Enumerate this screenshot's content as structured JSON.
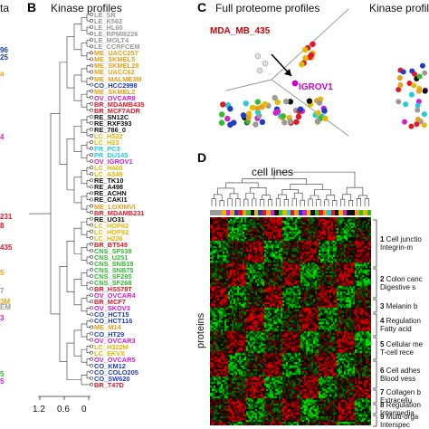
{
  "panels": {
    "a_tail": "ta",
    "b": {
      "letter": "B",
      "title": "Kinase profiles"
    },
    "c": {
      "letter": "C",
      "title": "Full proteome profiles",
      "title2": "Kinase profiles",
      "labels": [
        {
          "text": "MDA_MB_435",
          "color": "#d00000"
        },
        {
          "text": "IGROV1",
          "color": "#cc00cc"
        }
      ]
    },
    "d": {
      "letter": "D",
      "cell_lines_label": "cell lines",
      "proteins_label": "proteins"
    }
  },
  "colors": {
    "LE": "#9a9a9a",
    "ME": "#e6a01a",
    "CO": "#1e3cc8",
    "BR": "#e0182a",
    "OV": "#d020d0",
    "RE": "#111111",
    "LC": "#e6b800",
    "PR": "#22ccdd",
    "CNS": "#33bb33"
  },
  "kinase_lines": [
    {
      "text": "LE_SR",
      "c": "LE"
    },
    {
      "text": "LE_K562",
      "c": "LE"
    },
    {
      "text": "LE_HL60",
      "c": "LE"
    },
    {
      "text": "LE_RPMI8226",
      "c": "LE"
    },
    {
      "text": "LE_MOLT4",
      "c": "LE"
    },
    {
      "text": "LE_CCRFCEM",
      "c": "LE"
    },
    {
      "text": "ME_UACC257",
      "c": "ME"
    },
    {
      "text": "ME_SKMEL5",
      "c": "ME"
    },
    {
      "text": "ME_SKMEL28",
      "c": "ME"
    },
    {
      "text": "ME_UACC62",
      "c": "ME"
    },
    {
      "text": "ME_MALME3M",
      "c": "ME"
    },
    {
      "text": "CO_HCC2998",
      "c": "CO"
    },
    {
      "text": "ME_SKMEL2",
      "c": "ME"
    },
    {
      "text": "OV_OVCAR8",
      "c": "OV"
    },
    {
      "text": "BR_MDAMB435",
      "c": "BR"
    },
    {
      "text": "BR_MCF7ADR",
      "c": "BR"
    },
    {
      "text": "RE_SN12C",
      "c": "RE"
    },
    {
      "text": "RE_RXF393",
      "c": "RE"
    },
    {
      "text": "RE_786_0",
      "c": "RE"
    },
    {
      "text": "LC_H522",
      "c": "LC"
    },
    {
      "text": "LC_H23",
      "c": "LC"
    },
    {
      "text": "PR_PC3",
      "c": "PR"
    },
    {
      "text": "PR_DU145",
      "c": "PR"
    },
    {
      "text": "OV_IGROV1",
      "c": "OV"
    },
    {
      "text": "LC_H460",
      "c": "LC"
    },
    {
      "text": "LC_A549",
      "c": "LC"
    },
    {
      "text": "RE_TK10",
      "c": "RE"
    },
    {
      "text": "RE_A498",
      "c": "RE"
    },
    {
      "text": "RE_ACHN",
      "c": "RE"
    },
    {
      "text": "RE_CAKI1",
      "c": "RE"
    },
    {
      "text": "ME_LOXIMVI",
      "c": "ME"
    },
    {
      "text": "BR_MDAMB231",
      "c": "BR"
    },
    {
      "text": "RE_UO31",
      "c": "RE"
    },
    {
      "text": "LC_HOP62",
      "c": "LC"
    },
    {
      "text": "LC_HOP92",
      "c": "LC"
    },
    {
      "text": "LC_H226",
      "c": "LC"
    },
    {
      "text": "BR_BT549",
      "c": "BR"
    },
    {
      "text": "CNS_SF539",
      "c": "CNS"
    },
    {
      "text": "CNS_U251",
      "c": "CNS"
    },
    {
      "text": "CNS_SNB19",
      "c": "CNS"
    },
    {
      "text": "CNS_SNB75",
      "c": "CNS"
    },
    {
      "text": "CNS_SF295",
      "c": "CNS"
    },
    {
      "text": "CNS_SF268",
      "c": "CNS"
    },
    {
      "text": "BR_HS578T",
      "c": "BR"
    },
    {
      "text": "OV_OVCAR4",
      "c": "OV"
    },
    {
      "text": "BR_MCF7",
      "c": "BR"
    },
    {
      "text": "OV_SKOV3",
      "c": "OV"
    },
    {
      "text": "CO_HCT15",
      "c": "CO"
    },
    {
      "text": "CO_HCT116",
      "c": "CO"
    },
    {
      "text": "ME_M14",
      "c": "ME"
    },
    {
      "text": "CO_HT29",
      "c": "CO"
    },
    {
      "text": "OV_OVCAR3",
      "c": "OV"
    },
    {
      "text": "LC_H322M",
      "c": "LC"
    },
    {
      "text": "LC_EKVX",
      "c": "LC"
    },
    {
      "text": "OV_OVCAR5",
      "c": "OV"
    },
    {
      "text": "CO_KM12",
      "c": "CO"
    },
    {
      "text": "CO_COLO205",
      "c": "CO"
    },
    {
      "text": "CO_SW620",
      "c": "CO"
    },
    {
      "text": "BR_T47D",
      "c": "BR"
    }
  ],
  "axis": {
    "ticks": [
      "1.2",
      "0.6",
      "0"
    ]
  },
  "left_fragments": [
    {
      "t": "96",
      "c": "CO"
    },
    {
      "t": "25",
      "c": "CO"
    },
    {
      "t": "a",
      "c": "ME"
    },
    {
      "t": "4",
      "c": "OV"
    },
    {
      "t": "231",
      "c": "BR"
    },
    {
      "t": "8",
      "c": "BR"
    },
    {
      "t": "435",
      "c": "BR"
    },
    {
      "t": "5",
      "c": "ME"
    },
    {
      "t": "7",
      "c": "LE"
    },
    {
      "t": "3M",
      "c": "ME"
    },
    {
      "t": "EM",
      "c": "LE"
    },
    {
      "t": "3",
      "c": "OV"
    },
    {
      "t": "5",
      "c": "CNS"
    },
    {
      "t": "5",
      "c": "OV"
    }
  ],
  "annotations": [
    {
      "num": "1",
      "text": "Cell junctio",
      "text2": "Integrin-m"
    },
    {
      "num": "2",
      "text": "Colon canc",
      "text2": "Digestive s"
    },
    {
      "num": "3",
      "text": "Melanin b"
    },
    {
      "num": "4",
      "text": "Regulation",
      "text2": "Fatty acid"
    },
    {
      "num": "5",
      "text": "Cellular me",
      "text2": "T-cell rece"
    },
    {
      "num": "6",
      "text": "Cell adhes",
      "text2": "Blood vess"
    },
    {
      "num": "7",
      "text": "Collagen b",
      "text2": "Extracellu"
    },
    {
      "num": "8",
      "text": "Regulation",
      "text2": "Intermedia"
    },
    {
      "num": "9",
      "text": "Multi-orga",
      "text2": "Interspec"
    }
  ]
}
